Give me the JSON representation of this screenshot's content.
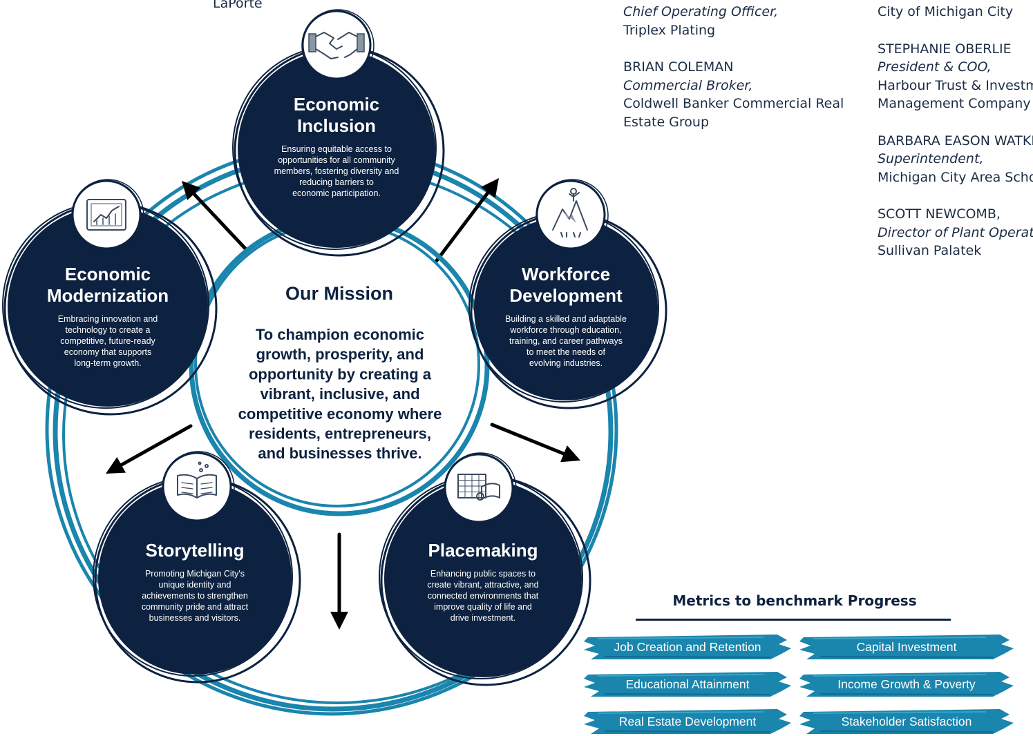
{
  "header_fragment": "LaPorte",
  "mission": {
    "title": "Our Mission",
    "statement_lines": [
      "To champion economic",
      "growth, prosperity, and",
      "opportunity by creating a",
      "vibrant, inclusive, and",
      "competitive economy where",
      "residents, entrepreneurs,",
      "and businesses thrive."
    ]
  },
  "pillars": [
    {
      "id": "economic-inclusion",
      "icon": "handshake-icon",
      "title_lines": [
        "Economic",
        "Inclusion"
      ],
      "desc_lines": [
        "Ensuring equitable access to",
        "opportunities for all community",
        "members, fostering diversity and",
        "reducing barriers to",
        "economic participation."
      ]
    },
    {
      "id": "workforce-development",
      "icon": "mountain-climber-icon",
      "title_lines": [
        "Workforce",
        "Development"
      ],
      "desc_lines": [
        "Building a skilled and adaptable",
        "workforce through education,",
        "training, and career pathways",
        "to meet the needs of",
        "evolving industries."
      ]
    },
    {
      "id": "placemaking",
      "icon": "map-blueprint-icon",
      "title_lines": [
        "Placemaking"
      ],
      "desc_lines": [
        "Enhancing public spaces to",
        "create vibrant, attractive, and",
        "connected environments that",
        "improve quality of life and",
        "drive investment."
      ]
    },
    {
      "id": "storytelling",
      "icon": "open-book-icon",
      "title_lines": [
        "Storytelling"
      ],
      "desc_lines": [
        "Promoting Michigan City's",
        "unique identity and",
        "achievements to strengthen",
        "community pride and attract",
        "businesses and visitors."
      ]
    },
    {
      "id": "economic-modernization",
      "icon": "growth-chart-icon",
      "title_lines": [
        "Economic",
        "Modernization"
      ],
      "desc_lines": [
        "Embracing innovation and",
        "technology to create a",
        "competitive, future-ready",
        "economy that supports",
        "long-term growth."
      ]
    }
  ],
  "people_col1": [
    {
      "name": "",
      "title": "Chief Operating Officer",
      "org_lines": [
        "Triplex Plating"
      ]
    },
    {
      "name": "BRIAN COLEMAN",
      "title": "Commercial Broker",
      "org_lines": [
        "Coldwell Banker Commercial Real",
        "Estate Group"
      ]
    }
  ],
  "people_col2": [
    {
      "name": "",
      "title": "",
      "org_lines": [
        "City of Michigan City"
      ]
    },
    {
      "name": "STEPHANIE OBERLIE",
      "title": "President & COO",
      "org_lines": [
        "Harbour Trust & Investment",
        "Management Company"
      ]
    },
    {
      "name": "BARBARA EASON WATKINS",
      "title": "Superintendent",
      "org_lines": [
        "Michigan City Area Schools"
      ]
    },
    {
      "name": "SCOTT NEWCOMB,",
      "title": "Director of Plant Operations",
      "org_lines": [
        "Sullivan Palatek"
      ]
    }
  ],
  "metrics": {
    "title": "Metrics to benchmark Progress",
    "items": [
      "Job Creation and Retention",
      "Capital Investment",
      "Educational Attainment",
      "Income Growth & Poverty",
      "Real Estate Development",
      "Stakeholder Satisfaction"
    ]
  },
  "colors": {
    "navy": "#0d2240",
    "teal": "#1a85ad",
    "white": "#ffffff"
  }
}
